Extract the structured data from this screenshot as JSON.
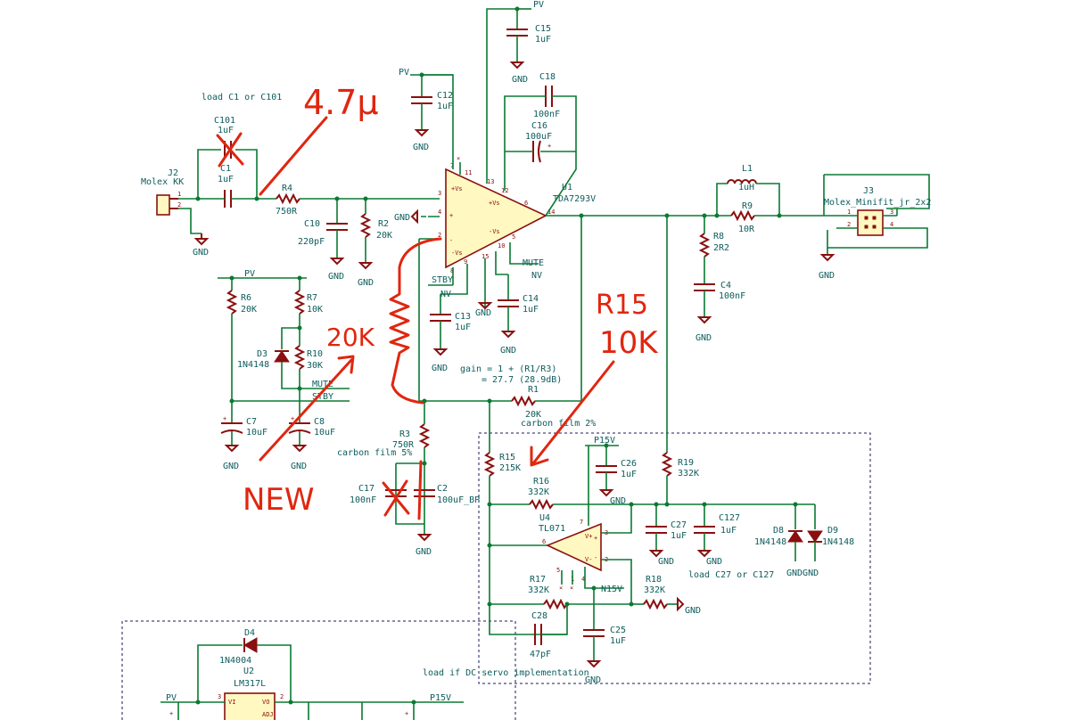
{
  "labels": {
    "load_c1_note": "load C1 or C101",
    "j2_ref": "J2",
    "j2_val": "Molex KK",
    "c101_ref": "C101",
    "c101_val": "1uF",
    "c1_ref": "C1",
    "c1_val": "1uF",
    "r4_ref": "R4",
    "r4_val": "750R",
    "c10_ref": "C10",
    "c10_val": "220pF",
    "r2_ref": "R2",
    "r2_val": "20K",
    "pv": "PV",
    "gnd": "GND",
    "nv": "NV",
    "c12_ref": "C12",
    "c12_val": "1uF",
    "c15_ref": "C15",
    "c15_val": "1uF",
    "c18_ref": "C18",
    "c18_val": "100nF",
    "c16_ref": "C16",
    "c16_val": "100uF",
    "u1_ref": "U1",
    "u1_val": "TDA7293V",
    "mute": "MUTE",
    "stby": "STBY",
    "c13_ref": "C13",
    "c13_val": "1uF",
    "c14_ref": "C14",
    "c14_val": "1uF",
    "l1_ref": "L1",
    "l1_val": "1uH",
    "r9_ref": "R9",
    "r9_val": "10R",
    "r8_ref": "R8",
    "r8_val": "2R2",
    "c4_ref": "C4",
    "c4_val": "100nF",
    "j3_ref": "J3",
    "j3_val": "Molex_Minifit_jr_2x2",
    "r6_ref": "R6",
    "r6_val": "20K",
    "r7_ref": "R7",
    "r7_val": "10K",
    "d3_ref": "D3",
    "d3_val": "1N4148",
    "r10_ref": "R10",
    "r10_val": "30K",
    "c7_ref": "C7",
    "c7_val": "10uF",
    "c8_ref": "C8",
    "c8_val": "10uF",
    "gain_line1": "gain = 1 + (R1/R3)",
    "gain_line2": "= 27.7  (28.9dB)",
    "r1_ref": "R1",
    "r1_val": "20K",
    "r1_note": "carbon film 2%",
    "r3_ref": "R3",
    "r3_val": "750R",
    "r3_note": "carbon film 5%",
    "c17_ref": "C17",
    "c17_val": "100nF",
    "c2_ref": "C2",
    "c2_val": "100uF_BP",
    "r15_ref": "R15",
    "r15_val": "215K",
    "p15v": "P15V",
    "n15v": "N15V",
    "c26_ref": "C26",
    "c26_val": "1uF",
    "r19_ref": "R19",
    "r19_val": "332K",
    "r16_ref": "R16",
    "r16_val": "332K",
    "u4_ref": "U4",
    "u4_val": "TL071",
    "c27_ref": "C27",
    "c27_val": "1uF",
    "c127_ref": "C127",
    "c127_val": "1uF",
    "d8_ref": "D8",
    "d8_val": "1N4148",
    "d9_ref": "D9",
    "d9_val": "1N4148",
    "gndgnd": "GNDGND",
    "r17_ref": "R17",
    "r17_val": "332K",
    "r18_ref": "R18",
    "r18_val": "332K",
    "load_c27_note": "load C27 or C127",
    "c28_ref": "C28",
    "c28_val": "47pF",
    "c25_ref": "C25",
    "c25_val": "1uF",
    "dc_servo_note": "load if DC servo implementation",
    "d4_ref": "D4",
    "d4_val": "1N4004",
    "u2_ref": "U2",
    "u2_val": "LM317L",
    "vi": "VI",
    "vo": "VO",
    "adj": "ADJ"
  },
  "handwritten": {
    "cap_47u": "4.7μ",
    "res_20k": "20K",
    "r15_ref": "R15",
    "r15_val": "10K",
    "new": "NEW"
  },
  "pins": [
    "1",
    "2",
    "3",
    "4",
    "5",
    "6",
    "7",
    "8",
    "9",
    "10",
    "11",
    "12",
    "13",
    "14",
    "15"
  ]
}
